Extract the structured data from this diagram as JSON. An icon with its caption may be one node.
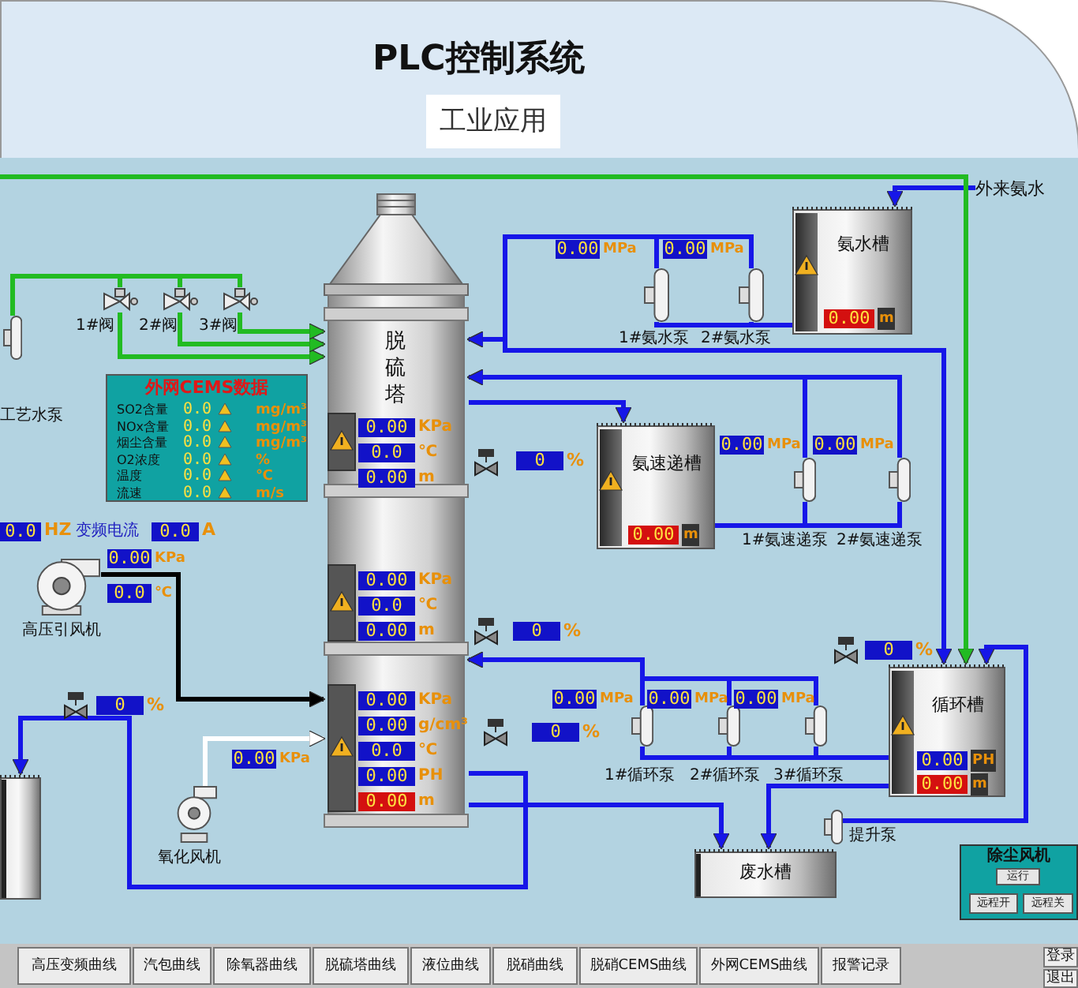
{
  "diagram": {
    "title": "PLC控制系统",
    "nodes": [
      {
        "text": [
          "脱硫塔",
          "0.00",
          "KPa",
          "0.0",
          "℃",
          "0.00",
          "m",
          "0.00",
          "KPa",
          "0.0",
          "℃",
          "0.00",
          "m",
          "0.00",
          "KPa",
          "0.00",
          "g/cm³",
          "0.0",
          "℃",
          "0.00",
          "PH",
          "0.00",
          "m"
        ]
      },
      {
        "text": [
          "氨水槽",
          "0.00",
          "m"
        ]
      },
      {
        "text": [],
        "shape": "pump",
        "beside": [
          "1#氨水泵",
          "0.00",
          "MPa"
        ]
      },
      {
        "text": [],
        "shape": "pump",
        "beside": [
          "2#氨水泵",
          "0.00",
          "MPa"
        ]
      },
      {
        "text": [
          "氨速递槽",
          "0.00",
          "m"
        ]
      },
      {
        "text": [],
        "shape": "pump",
        "beside": [
          "1#氨速递泵",
          "0.00",
          "MPa"
        ]
      },
      {
        "text": [],
        "shape": "pump",
        "beside": [
          "2#氨速递泵",
          "0.00",
          "MPa"
        ]
      },
      {
        "text": [
          "循环槽",
          "0.00",
          "PH",
          "0.00",
          "m"
        ]
      },
      {
        "text": [],
        "shape": "pump",
        "beside": [
          "1#循环泵",
          "0.00",
          "MPa"
        ]
      },
      {
        "text": [],
        "shape": "pump",
        "beside": [
          "2#循环泵",
          "0.00",
          "MPa"
        ]
      },
      {
        "text": [],
        "shape": "pump",
        "beside": [
          "3#循环泵",
          "0.00",
          "MPa"
        ]
      },
      {
        "text": [
          "废水槽"
        ]
      },
      {
        "text": [],
        "shape": "pump",
        "beside": [
          "提升泵"
        ]
      },
      {
        "text": [],
        "shape": "fan",
        "beside": [
          "高压引风机",
          "0.00",
          "KPa",
          "0.0",
          "℃"
        ]
      },
      {
        "text": [],
        "shape": "fan",
        "beside": [
          "氧化风机",
          "0.00",
          "KPa"
        ]
      },
      {
        "text": [],
        "shape": "valve",
        "beside": [
          "1#阀"
        ]
      },
      {
        "text": [],
        "shape": "valve",
        "beside": [
          "2#阀"
        ]
      },
      {
        "text": [],
        "shape": "valve",
        "beside": [
          "3#阀"
        ]
      },
      {
        "text": [],
        "shape": "pump",
        "beside": [
          "工艺水泵"
        ]
      },
      {
        "text": [
          "外来氨水"
        ]
      },
      {
        "text": [],
        "shape": "cylinder"
      },
      {
        "text": [
          "外网CEMS数据",
          "SO2含量",
          "0.0",
          "mg/m³",
          "NOx含量",
          "0.0",
          "mg/m³",
          "烟尘含量",
          "0.0",
          "mg/m³",
          "O2浓度",
          "0.0",
          "%",
          "温度",
          "0.0",
          "℃",
          "流速",
          "0.0",
          "m/s"
        ]
      },
      {
        "text": [
          "除尘风机",
          "运行",
          "远程开",
          "远程关"
        ]
      }
    ],
    "edges": [
      {
        "from": 19,
        "to": 1,
        "arrow": "to"
      },
      {
        "from": 1,
        "to": 2,
        "arrow": "none"
      },
      {
        "from": 1,
        "to": 3,
        "arrow": "none"
      },
      {
        "from": 2,
        "to": 0,
        "arrow": "to"
      },
      {
        "from": 3,
        "to": 0,
        "arrow": "to"
      },
      {
        "from": 2,
        "to": 7,
        "arrow": "to"
      },
      {
        "from": 5,
        "to": 0,
        "arrow": "to"
      },
      {
        "from": 6,
        "to": 0,
        "arrow": "to"
      },
      {
        "from": 4,
        "to": 5,
        "arrow": "none"
      },
      {
        "from": 4,
        "to": 6,
        "arrow": "none"
      },
      {
        "from": 0,
        "to": 4,
        "arrow": "to"
      },
      {
        "from": 7,
        "to": 8,
        "arrow": "none"
      },
      {
        "from": 7,
        "to": 9,
        "arrow": "none"
      },
      {
        "from": 7,
        "to": 10,
        "arrow": "none"
      },
      {
        "from": 8,
        "to": 0,
        "arrow": "to"
      },
      {
        "from": 9,
        "to": 0,
        "arrow": "to"
      },
      {
        "from": 10,
        "to": 0,
        "arrow": "to"
      },
      {
        "from": 0,
        "to": 11,
        "arrow": "to"
      },
      {
        "from": 7,
        "to": 11,
        "arrow": "to"
      },
      {
        "from": 12,
        "to": 7,
        "arrow": "to"
      },
      {
        "from": 13,
        "to": 0,
        "arrow": "to",
        "color": "#000000"
      },
      {
        "from": 14,
        "to": 0,
        "arrow": "to",
        "color": "#ffffff"
      },
      {
        "from": 18,
        "to": 15,
        "arrow": "none",
        "color": "#22bb22"
      },
      {
        "from": 18,
        "to": 16,
        "arrow": "none",
        "color": "#22bb22"
      },
      {
        "from": 18,
        "to": 17,
        "arrow": "none",
        "color": "#22bb22"
      },
      {
        "from": 15,
        "to": 0,
        "arrow": "to",
        "color": "#22bb22"
      },
      {
        "from": 16,
        "to": 0,
        "arrow": "to",
        "color": "#22bb22"
      },
      {
        "from": 17,
        "to": 0,
        "arrow": "to",
        "color": "#22bb22"
      },
      {
        "from": null,
        "to": 7,
        "arrow": "to",
        "color": "#22bb22"
      },
      {
        "from": 0,
        "to": 20,
        "arrow": "to"
      }
    ],
    "labels": [
      "工业应用",
      "0.0",
      "HZ",
      "变频电流",
      "0.0",
      "A",
      "0",
      "%",
      "0",
      "%",
      "0",
      "%",
      "0",
      "%",
      "0",
      "%",
      "高压变频曲线",
      "汽包曲线",
      "除氧器曲线",
      "脱硫塔曲线",
      "液位曲线",
      "脱硝曲线",
      "脱硝CEMS曲线",
      "外网CEMS曲线",
      "报警记录",
      "登录",
      "退出"
    ]
  }
}
